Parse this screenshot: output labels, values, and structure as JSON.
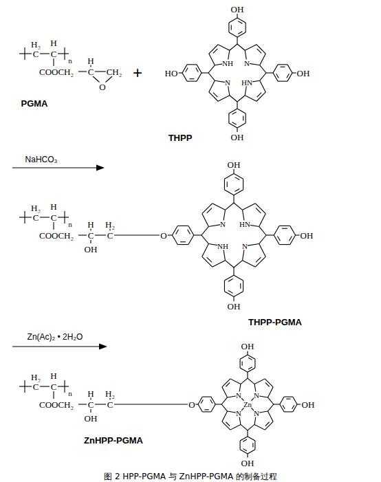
{
  "diagram": {
    "caption": "图 2 HPP-PGMA 与 ZnHPP-PGMA 的制备过程",
    "labels": [
      "H₂",
      "H",
      "C",
      "C",
      "n",
      "COOCH₂",
      "H",
      "C",
      "CH₂",
      "O",
      "PGMA",
      "+",
      "OH",
      "HO",
      "NH",
      "N",
      "OH",
      "N",
      "HN",
      "OH",
      "THPP",
      "NaHCO₃",
      "H₂",
      "H",
      "C",
      "C",
      "n",
      "COOCH₂",
      "H",
      "C",
      "H₂",
      "C",
      "OH",
      "O",
      "OH",
      "N",
      "HN",
      "OH",
      "NH",
      "N",
      "OH",
      "THPP-PGMA",
      "Zn(Ac)₂ • 2H₂O",
      "H₂",
      "H",
      "C",
      "C",
      "n",
      "COOCH₂",
      "H",
      "C",
      "H₂",
      "C",
      "OH",
      "O",
      "OH",
      "N",
      "N",
      "Zn",
      "OH",
      "N",
      "N",
      "OH",
      "ZnHPP-PGMA"
    ]
  }
}
